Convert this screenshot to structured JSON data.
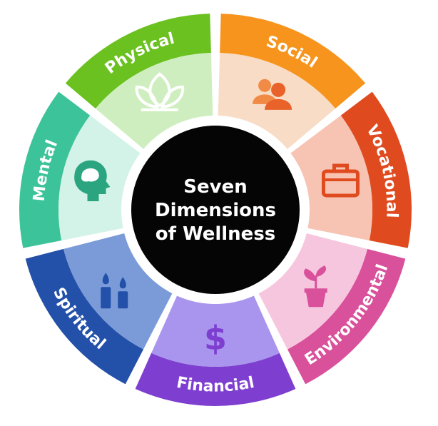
{
  "center": {
    "lines": [
      "Seven",
      "Dimensions",
      "of Wellness"
    ]
  },
  "segments": [
    {
      "id": "social",
      "label": "Social",
      "outer": "#f7941d",
      "inner": "#f8dcc6",
      "icon_color": "#e8622a",
      "icon": "people-icon"
    },
    {
      "id": "vocational",
      "label": "Vocational",
      "outer": "#e04a1f",
      "inner": "#f7c3b3",
      "icon_color": "#e04a1f",
      "icon": "briefcase-icon"
    },
    {
      "id": "environmental",
      "label": "Environmental",
      "outer": "#d9509b",
      "inner": "#f6c6df",
      "icon_color": "#d9509b",
      "icon": "potted-plant-icon"
    },
    {
      "id": "financial",
      "label": "Financial",
      "outer": "#7e3fd1",
      "inner": "#a995ee",
      "icon_color": "#7e3fd1",
      "icon": "dollar-sign-icon"
    },
    {
      "id": "spiritual",
      "label": "Spiritual",
      "outer": "#2350a8",
      "inner": "#7b9bd8",
      "icon_color": "#2350a8",
      "icon": "candles-icon"
    },
    {
      "id": "mental",
      "label": "Mental",
      "outer": "#3cc39a",
      "inner": "#d3f2e8",
      "icon_color": "#2aa57f",
      "icon": "brain-head-icon"
    },
    {
      "id": "physical",
      "label": "Physical",
      "outer": "#6ac11f",
      "inner": "#cfeec0",
      "icon_color": "#ffffff",
      "icon": "lotus-leaf-icon"
    }
  ],
  "colors": {
    "center": "#050505",
    "background": "#ffffff"
  }
}
